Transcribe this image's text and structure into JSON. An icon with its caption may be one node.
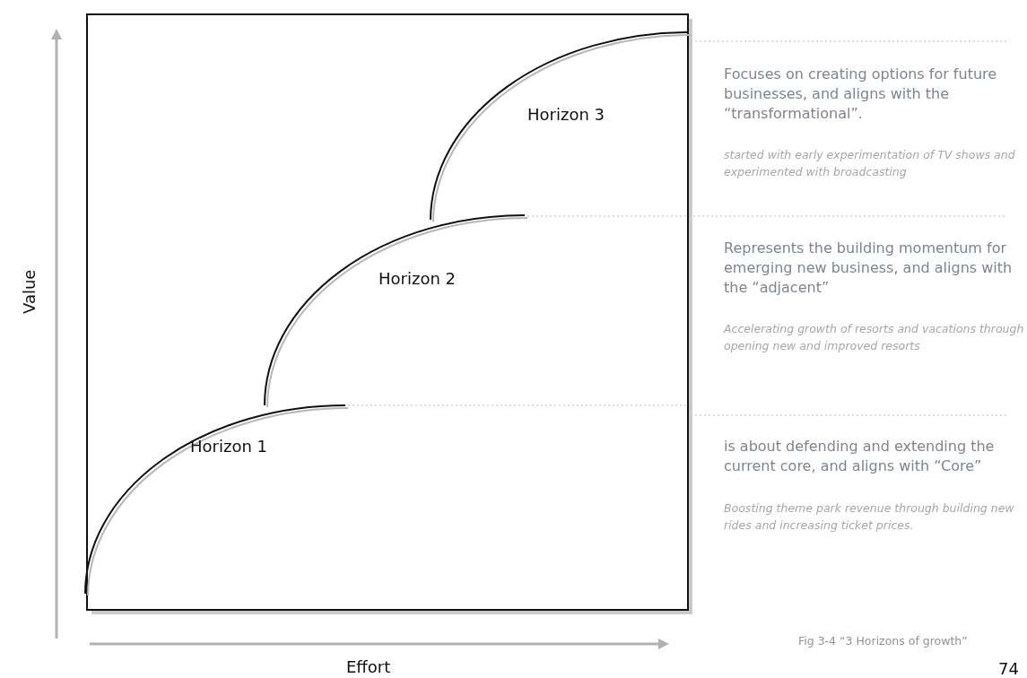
{
  "diagram": {
    "caption": "Fig 3-4 “3 Horizons of growth”",
    "labels": [
      "Focuses on creating options for future businesses, and aligns with the “transformational”.",
      "started with early experimentation of TV shows and experimented with broadcasting",
      "Represents the building momentum for emerging new business, and aligns with the “adjacent”",
      "Accelerating growth of resorts and vacations through opening new and improved resorts",
      "is about defending and extending the current core, and aligns with “Core”",
      "Boosting theme park revenue through building new rides and increasing ticket prices.",
      "Horizon 3",
      "Horizon 2",
      "Horizon 1",
      "Value",
      "Effort",
      "74"
    ]
  }
}
